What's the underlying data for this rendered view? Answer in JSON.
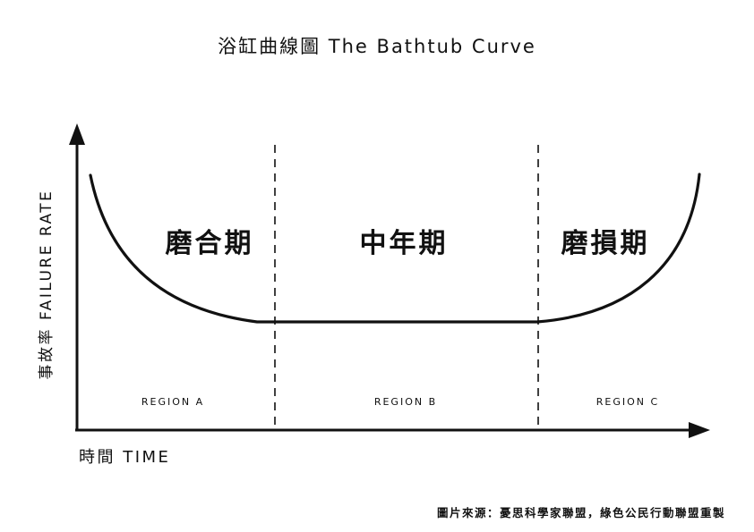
{
  "title": "浴缸曲線圖 The Bathtub Curve",
  "y_axis_label": "事故率 FAILURE RATE",
  "x_axis_label": "時間 TIME",
  "regions": [
    {
      "name": "磨合期",
      "label": "REGION A"
    },
    {
      "name": "中年期",
      "label": "REGION B"
    },
    {
      "name": "磨損期",
      "label": "REGION C"
    }
  ],
  "source": "圖片來源：憂思科學家聯盟，綠色公民行動聯盟重製",
  "colors": {
    "ink": "#111111",
    "background": "#ffffff"
  }
}
